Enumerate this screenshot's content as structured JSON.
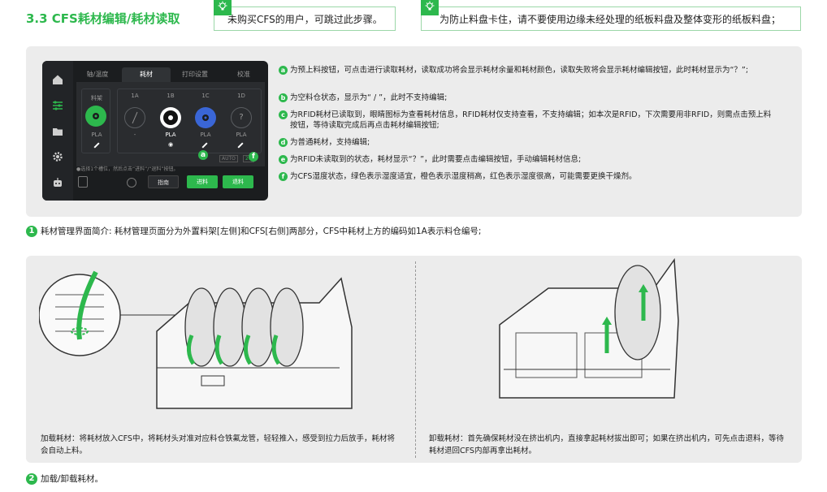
{
  "section": {
    "title": "3.3 CFS耗材编辑/耗材读取"
  },
  "tips": [
    {
      "text": "未购买CFS的用户，可跳过此步骤。"
    },
    {
      "text": "为防止料盘卡住，请不要使用边缘未经处理的纸板料盘及整体变形的纸板料盘；"
    }
  ],
  "screen": {
    "tabs": [
      "轴/温度",
      "耗材",
      "打印设置",
      "校准"
    ],
    "rack_label": "料架",
    "slots": [
      "1A",
      "1B",
      "1C",
      "1D"
    ],
    "slot_status": [
      "?",
      "",
      "",
      "?"
    ],
    "materials": {
      "rack": "PLA",
      "slot1": "-",
      "slot2": "PLA",
      "slot3": "PLA",
      "slot4": "PLA"
    },
    "auto_label": "AUTO",
    "humidity": "26",
    "hint": "●选择1个槽位，然后点击“进料”/“退料”按钮。",
    "buttons": {
      "guide": "指南",
      "feed": "进料",
      "retract": "退料"
    },
    "colors": {
      "rack": "#2db84d",
      "slot3": "#3a66d6",
      "slot2": "#111111"
    }
  },
  "legend": [
    {
      "letter": "a",
      "text": "为预上料按钮，可点击进行读取耗材，读取成功将会显示耗材余量和耗材颜色，读取失败将会显示耗材编辑按钮，此时耗材显示为“？”;"
    },
    {
      "letter": "b",
      "text": "为空料仓状态，显示为“ / ”，此时不支持编辑;"
    },
    {
      "letter": "c",
      "text": "为RFID耗材已读取到，眼睛图标为查看耗材信息，RFID耗材仅支持查看，不支持编辑；如本次是RFID，下次需要用非RFID，则需点击预上料按钮，等待读取完成后再点击耗材编辑按钮;"
    },
    {
      "letter": "d",
      "text": "为普通耗材，支持编辑;"
    },
    {
      "letter": "e",
      "text": "为RFID未读取到的状态，耗材显示“？”，此时需要点击编辑按钮，手动编辑耗材信息;"
    },
    {
      "letter": "f",
      "text": "为CFS湿度状态，绿色表示湿度适宜，橙色表示湿度稍高，红色表示湿度很高，可能需要更换干燥剂。"
    }
  ],
  "caption1": {
    "num": "1",
    "text": "耗材管理界面简介: 耗材管理页面分为外置料架[左侧]和CFS[右侧]两部分，CFS中耗材上方的编码如1A表示料仓编号;"
  },
  "load": {
    "text": "加载耗材：将耗材放入CFS中，将耗材头对准对应料仓铁氟龙管，轻轻推入，感受到拉力后放手，耗材将会自动上料。"
  },
  "unload": {
    "text": "卸载耗材：首先确保耗材没在挤出机内，直接拿起耗材拔出即可；如果在挤出机内，可先点击退料，等待耗材退回CFS内部再拿出耗材。"
  },
  "caption2": {
    "num": "2",
    "text": "加载/卸载耗材。"
  },
  "accent": "#2db84d"
}
